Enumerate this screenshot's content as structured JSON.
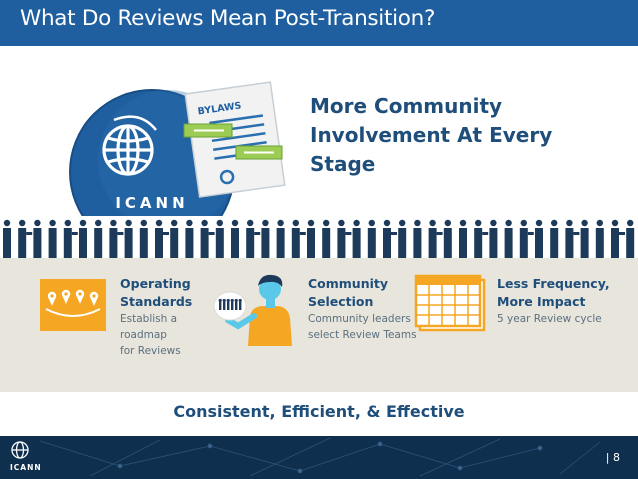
{
  "slide": {
    "title": "What Do Reviews Mean Post-Transition?",
    "headline": [
      "More Community",
      "Involvement At Every",
      "Stage"
    ],
    "bylaws_label": "BYLAWS",
    "logo_text": "ICANN",
    "items": [
      {
        "title": [
          "Operating",
          "Standards"
        ],
        "desc": [
          "Establish a",
          "roadmap",
          "for Reviews"
        ]
      },
      {
        "title": [
          "Community",
          "Selection"
        ],
        "desc": [
          "Community leaders",
          "select Review Teams"
        ]
      },
      {
        "title": [
          "Less Frequency,",
          "More Impact"
        ],
        "desc": [
          "5 year Review cycle"
        ]
      }
    ],
    "tagline": "Consistent, Efficient, & Effective",
    "footer_logo": "ICANN",
    "page_number": "| 8"
  },
  "colors": {
    "title_bar": "#1f5f9f",
    "navy": "#1f4e7a",
    "band": "#e7e5dc",
    "orange": "#f5a623",
    "footer": "#0f2f4f"
  }
}
